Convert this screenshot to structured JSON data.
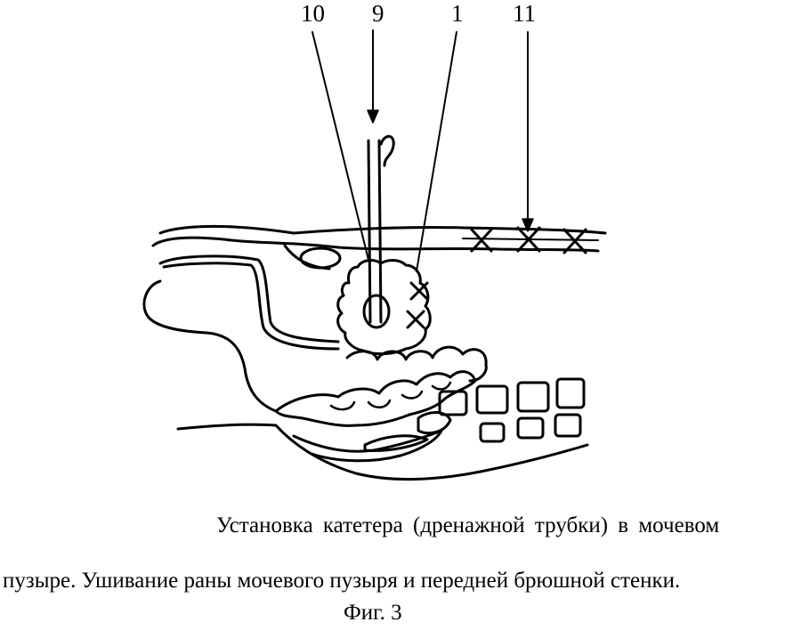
{
  "labels": {
    "label_10": "10",
    "label_9": "9",
    "label_1": "1",
    "label_11": "11"
  },
  "caption": {
    "line1": "Установка катетера (дренажной трубки) в мочевом",
    "line2": "пузыре. Ушивание раны мочевого пузыря и передней брюшной стенки.",
    "figure": "Фиг. 3"
  }
}
